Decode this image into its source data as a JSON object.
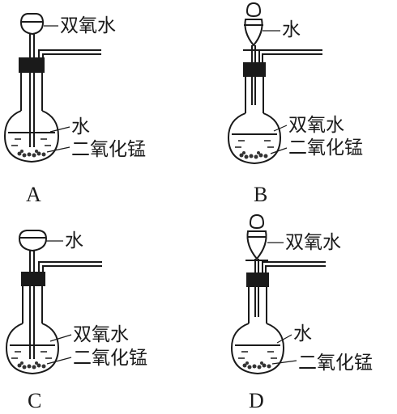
{
  "panels": [
    {
      "caption": "A",
      "funnel_type": "long-neck funnel",
      "funnel_label": "双氧水",
      "flask_liquid_label": "水",
      "flask_solid_label": "二氧化锰"
    },
    {
      "caption": "B",
      "funnel_type": "separatory funnel",
      "funnel_label": "水",
      "flask_liquid_label": "双氧水",
      "flask_solid_label": "二氧化锰"
    },
    {
      "caption": "C",
      "funnel_type": "long-neck funnel",
      "funnel_label": "水",
      "flask_liquid_label": "双氧水",
      "flask_solid_label": "二氧化锰"
    },
    {
      "caption": "D",
      "funnel_type": "separatory funnel",
      "funnel_label": "双氧水",
      "flask_liquid_label": "水",
      "flask_solid_label": "二氧化锰"
    }
  ]
}
